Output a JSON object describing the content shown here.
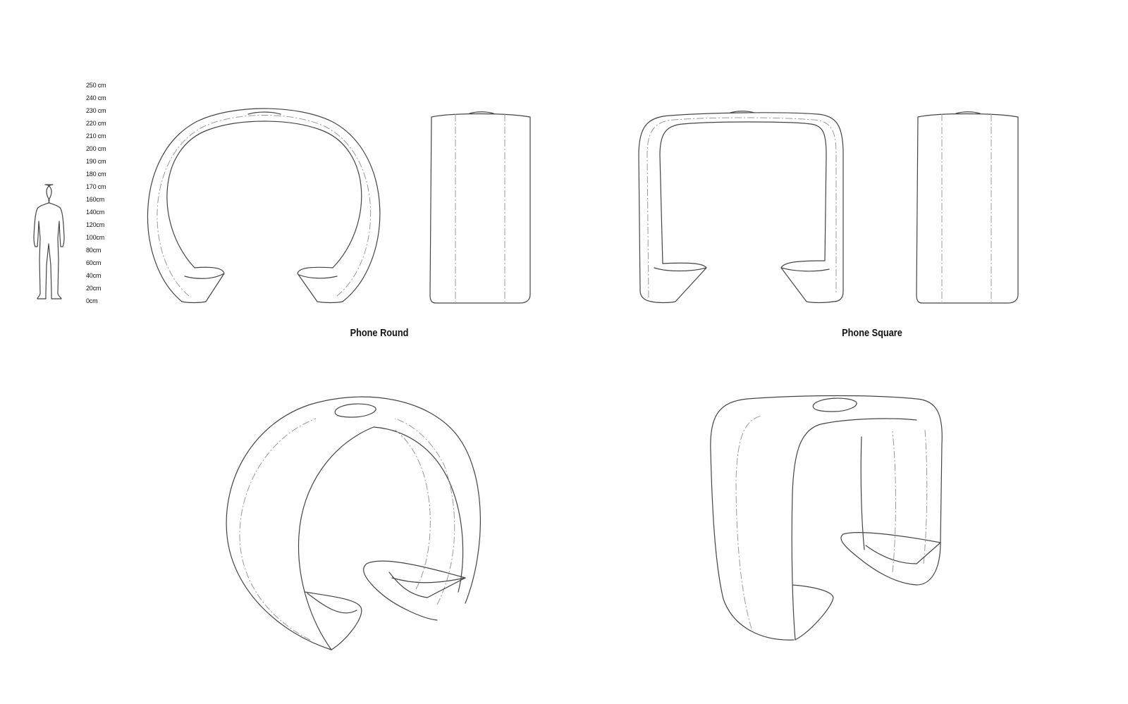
{
  "scale": {
    "labels": [
      "250 cm",
      "240 cm",
      "230 cm",
      "220 cm",
      "210 cm",
      "200 cm",
      "190 cm",
      "180 cm",
      "170 cm",
      "160cm",
      "140cm",
      "120cm",
      "100cm",
      "80cm",
      "60cm",
      "40cm",
      "20cm",
      "0cm"
    ]
  },
  "products": [
    {
      "name": "Phone Round"
    },
    {
      "name": "Phone Square"
    }
  ],
  "colors": {
    "line": "#444444",
    "dash": "#999999",
    "text": "#111111"
  }
}
